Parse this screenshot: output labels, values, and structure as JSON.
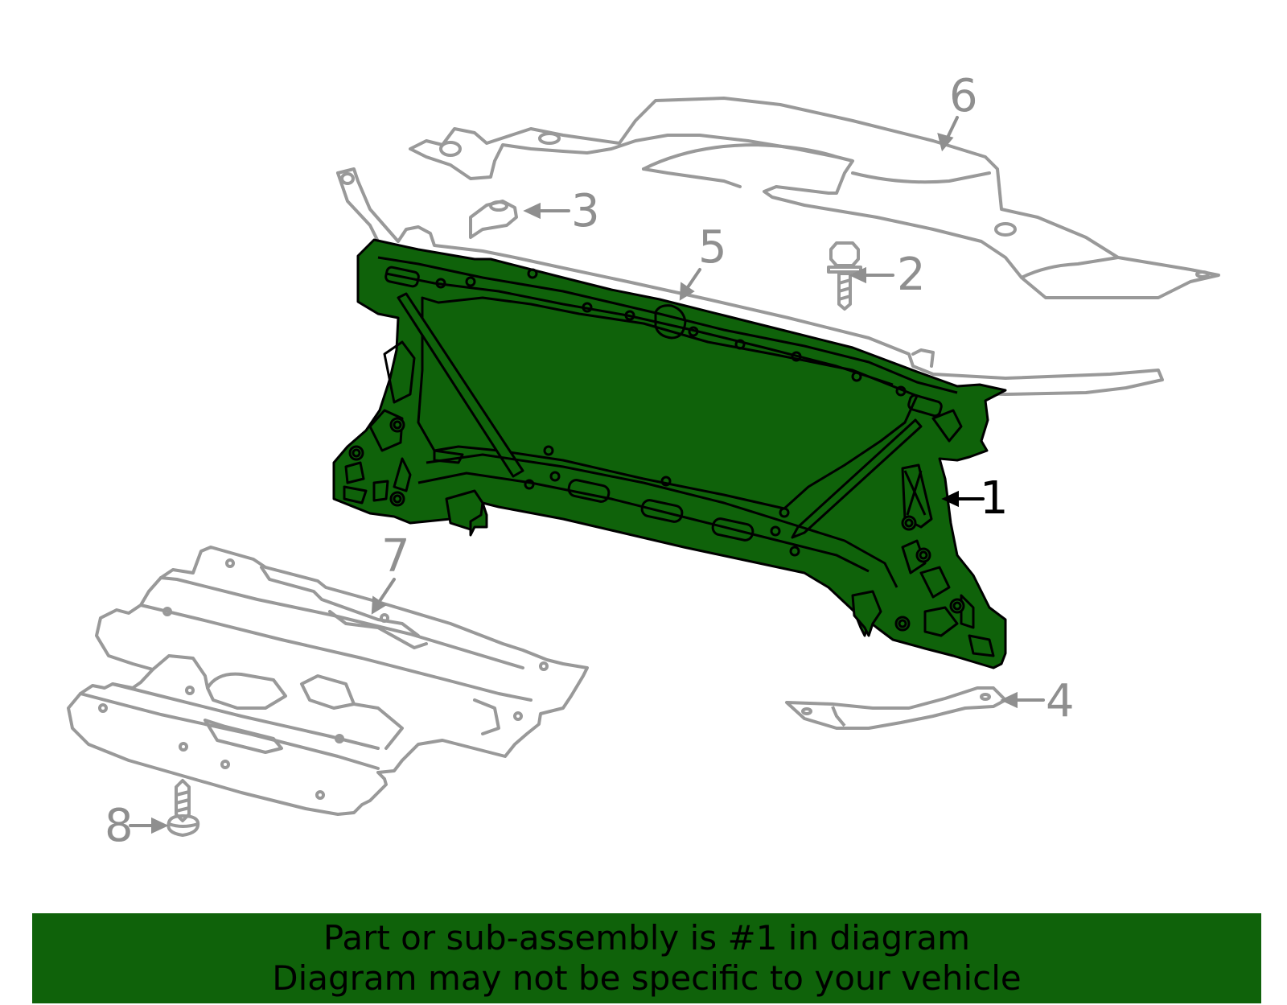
{
  "callouts": [
    {
      "id": "1",
      "label": "1",
      "highlighted": true
    },
    {
      "id": "2",
      "label": "2",
      "highlighted": false
    },
    {
      "id": "3",
      "label": "3",
      "highlighted": false
    },
    {
      "id": "4",
      "label": "4",
      "highlighted": false
    },
    {
      "id": "5",
      "label": "5",
      "highlighted": false
    },
    {
      "id": "6",
      "label": "6",
      "highlighted": false
    },
    {
      "id": "7",
      "label": "7",
      "highlighted": false
    },
    {
      "id": "8",
      "label": "8",
      "highlighted": false
    }
  ],
  "banner": {
    "line1": "Part or sub-assembly is #1 in diagram",
    "line2": "Diagram may not be specific to your vehicle"
  },
  "colors": {
    "highlight_fill": "#0f620a",
    "highlight_stroke": "#000000",
    "part_stroke": "#999999",
    "callout_gray": "#8f8f8f",
    "callout_black": "#000000",
    "background": "#ffffff"
  }
}
